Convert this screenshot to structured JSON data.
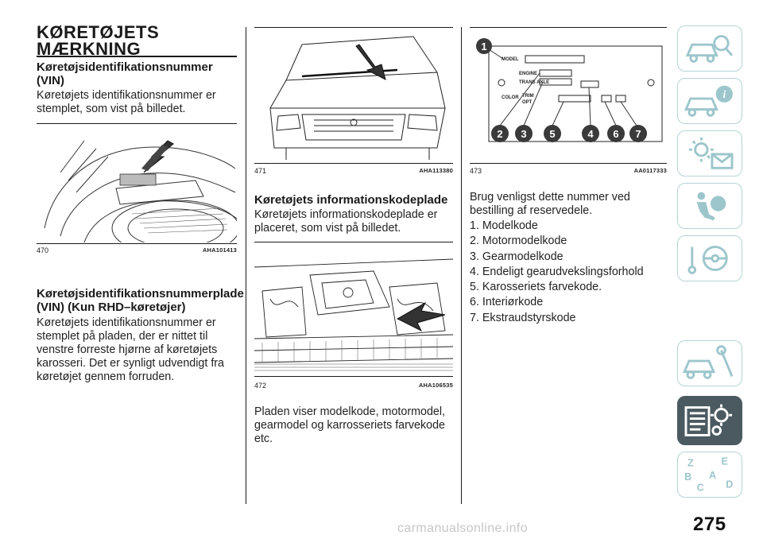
{
  "page": {
    "title": "KØRETØJETS MÆRKNING",
    "number": "275",
    "watermark": "carmanualsonline.info"
  },
  "col1": {
    "section1": {
      "heading": "Køretøjsidentifikationsnummer (VIN)",
      "body": "Køretøjets identifikationsnummer er stemplet, som vist på billedet."
    },
    "fig470": {
      "number": "470",
      "code": "AHA101413"
    },
    "section2": {
      "heading": "Køretøjsidentifikationsnummerplade (VIN) (Kun RHD–køretøjer)",
      "body": "Køretøjets identifikationsnummer er stemplet på pladen, der er nittet til venstre forreste hjørne af køretøjets karosseri. Det er synligt udvendigt fra køretøjet gennem forruden."
    }
  },
  "col2": {
    "fig471": {
      "number": "471",
      "code": "AHA113380"
    },
    "section": {
      "heading": "Køretøjets informationskodeplade",
      "body": "Køretøjets informationskodeplade er placeret, som vist på billedet."
    },
    "fig472": {
      "number": "472",
      "code": "AHA106535"
    },
    "body2": "Pladen viser modelkode, motormodel, gearmodel og karrosseriets farvekode etc."
  },
  "col3": {
    "fig473": {
      "number": "473",
      "code": "AA0117333",
      "plate_labels": [
        "MODEL",
        "ENGINE",
        "TRANS AXLE",
        "COLOR",
        "TRIM",
        "OPT"
      ],
      "callouts": [
        "1",
        "2",
        "3",
        "5",
        "4",
        "6",
        "7"
      ]
    },
    "intro": "Brug venligst dette nummer ved bestilling af reservedele.",
    "list": [
      "1. Modelkode",
      "2. Motormodelkode",
      "3. Gearmodelkode",
      "4. Endeligt gearudvekslingsforhold",
      "5. Karosseriets farvekode.",
      "6. Interiørkode",
      "7. Ekstraudstyrskode"
    ]
  },
  "sidebar": {
    "tabs": [
      {
        "icon": "car-search-icon"
      },
      {
        "icon": "car-info-icon"
      },
      {
        "icon": "warning-lights-icon"
      },
      {
        "icon": "airbag-seat-icon"
      },
      {
        "icon": "steering-key-icon"
      },
      {
        "icon": "car-wrench-icon"
      },
      {
        "icon": "specs-gear-icon",
        "active": true
      },
      {
        "icon": "alphabet-index-icon"
      }
    ]
  },
  "colors": {
    "active_tab": "#4b5a60",
    "tab_border": "#b6d3d7",
    "icon_teal": "#9cc6cc",
    "callout": "#3a3a3a"
  }
}
